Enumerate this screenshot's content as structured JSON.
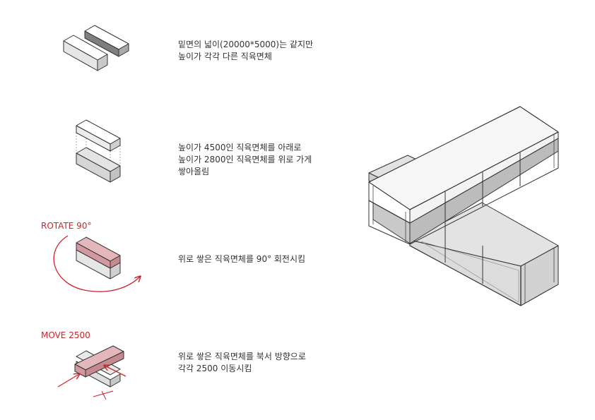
{
  "steps": [
    {
      "lines": [
        "밑면의 넓이(20000*5000)는 같지만",
        "높이가 각각 다른 직육면체"
      ]
    },
    {
      "lines": [
        "높이가 4500인 직육면체를 아래로",
        "높이가 2800인 직육면체를 위로 가게",
        "쌓아올림"
      ]
    },
    {
      "label": "ROTATE 90°",
      "lines": [
        "위로 쌓은 직육면체를 90° 회전시킴"
      ]
    },
    {
      "label": "MOVE 2500",
      "lines": [
        "위로 쌓은 직육면체를 북서 방향으로",
        "각각 2500 이동시킴"
      ]
    }
  ],
  "colors": {
    "accent": "#c8262c",
    "highlight_top": "#e4b7bb",
    "highlight_side": "#d29aa0",
    "stroke": "#333333"
  }
}
